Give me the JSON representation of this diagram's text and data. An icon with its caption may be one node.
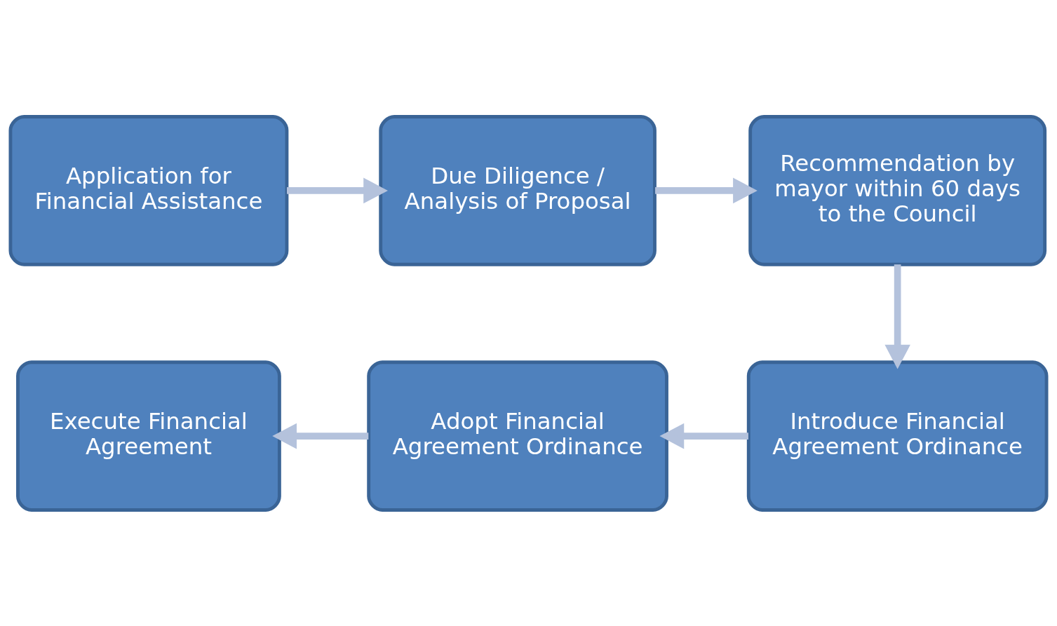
{
  "diagram": {
    "nodes": [
      {
        "text": [
          "Application for Financial Assistance"
        ]
      },
      {
        "text": [
          "Due Diligence / Analysis of Proposal"
        ]
      },
      {
        "text": [
          "Recommendation by mayor within 60 days to the Council"
        ]
      },
      {
        "text": [
          "Introduce Financial Agreement Ordinance"
        ]
      },
      {
        "text": [
          "Adopt Financial Agreement Ordinance"
        ]
      },
      {
        "text": [
          "Execute Financial Agreement"
        ]
      }
    ],
    "edges": [
      {
        "from": 0,
        "to": 1,
        "arrow": "to"
      },
      {
        "from": 1,
        "to": 2,
        "arrow": "to"
      },
      {
        "from": 2,
        "to": 3,
        "arrow": "to"
      },
      {
        "from": 3,
        "to": 4,
        "arrow": "to"
      },
      {
        "from": 4,
        "to": 5,
        "arrow": "to"
      }
    ]
  }
}
